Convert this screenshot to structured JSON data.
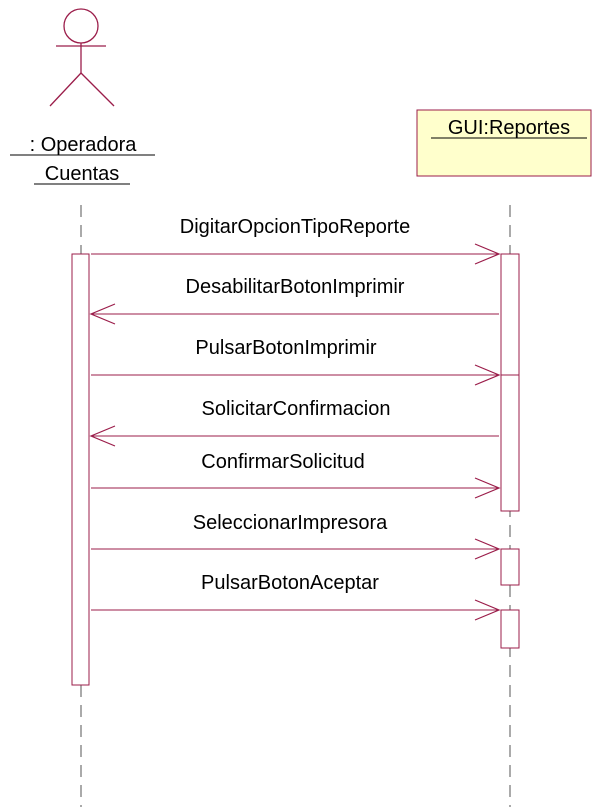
{
  "colors": {
    "accent": "#9B1D4A",
    "lifeline": "#555555",
    "box_fill": "#FFFFCC",
    "background": "#FFFFFF"
  },
  "actor": {
    "icon": "stick-figure-icon",
    "name_line1": ": Operadora",
    "name_line2": "Cuentas"
  },
  "object": {
    "name": "GUI:Reportes"
  },
  "messages": [
    {
      "label": "DigitarOpcionTipoReporte",
      "direction": "right"
    },
    {
      "label": "DesabilitarBotonImprimir",
      "direction": "left"
    },
    {
      "label": "PulsarBotonImprimir",
      "direction": "right"
    },
    {
      "label": "SolicitarConfirmacion",
      "direction": "left"
    },
    {
      "label": "ConfirmarSolicitud",
      "direction": "right"
    },
    {
      "label": "SeleccionarImpresora",
      "direction": "right"
    },
    {
      "label": "PulsarBotonAceptar",
      "direction": "right"
    }
  ]
}
